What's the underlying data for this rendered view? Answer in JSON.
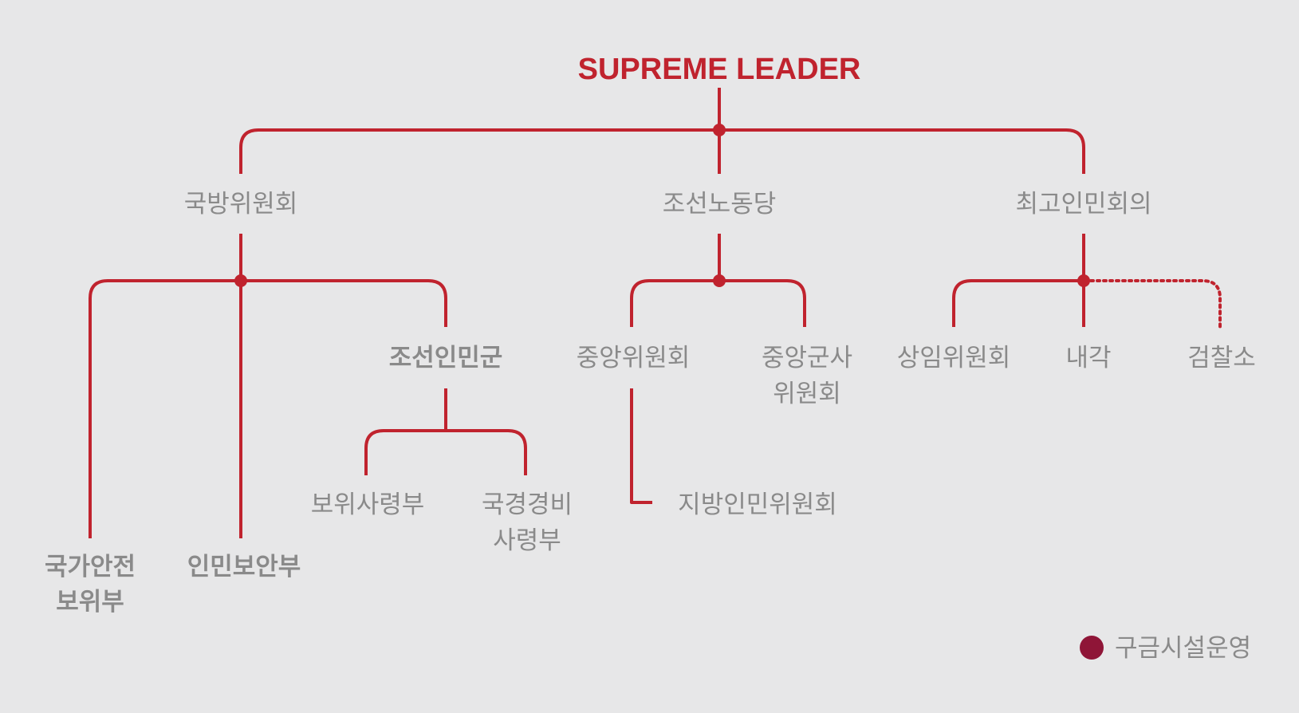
{
  "colors": {
    "line": "#c0232e",
    "root_text": "#c0232e",
    "highlight_text": "#8f1537",
    "text": "#8a8a8a",
    "legend_dot": "#8f1537"
  },
  "root": "SUPREME LEADER",
  "nodes": {
    "ndc": "국방위원회",
    "party": "조선노동당",
    "spa": "최고인민회의",
    "ssd_1": "국가안전",
    "ssd_2": "보위부",
    "mps": "인민보안부",
    "kpa": "조선인민군",
    "msc": "보위사령부",
    "border_1": "국경경비",
    "border_2": "사령부",
    "cc": "중앙위원회",
    "cmc_1": "중앙군사",
    "cmc_2": "위원회",
    "local": "지방인민위원회",
    "standing": "상임위원회",
    "cabinet": "내각",
    "prosecutor": "검찰소"
  },
  "legend": {
    "icon": "filled-circle",
    "label": "구금시설운영"
  }
}
